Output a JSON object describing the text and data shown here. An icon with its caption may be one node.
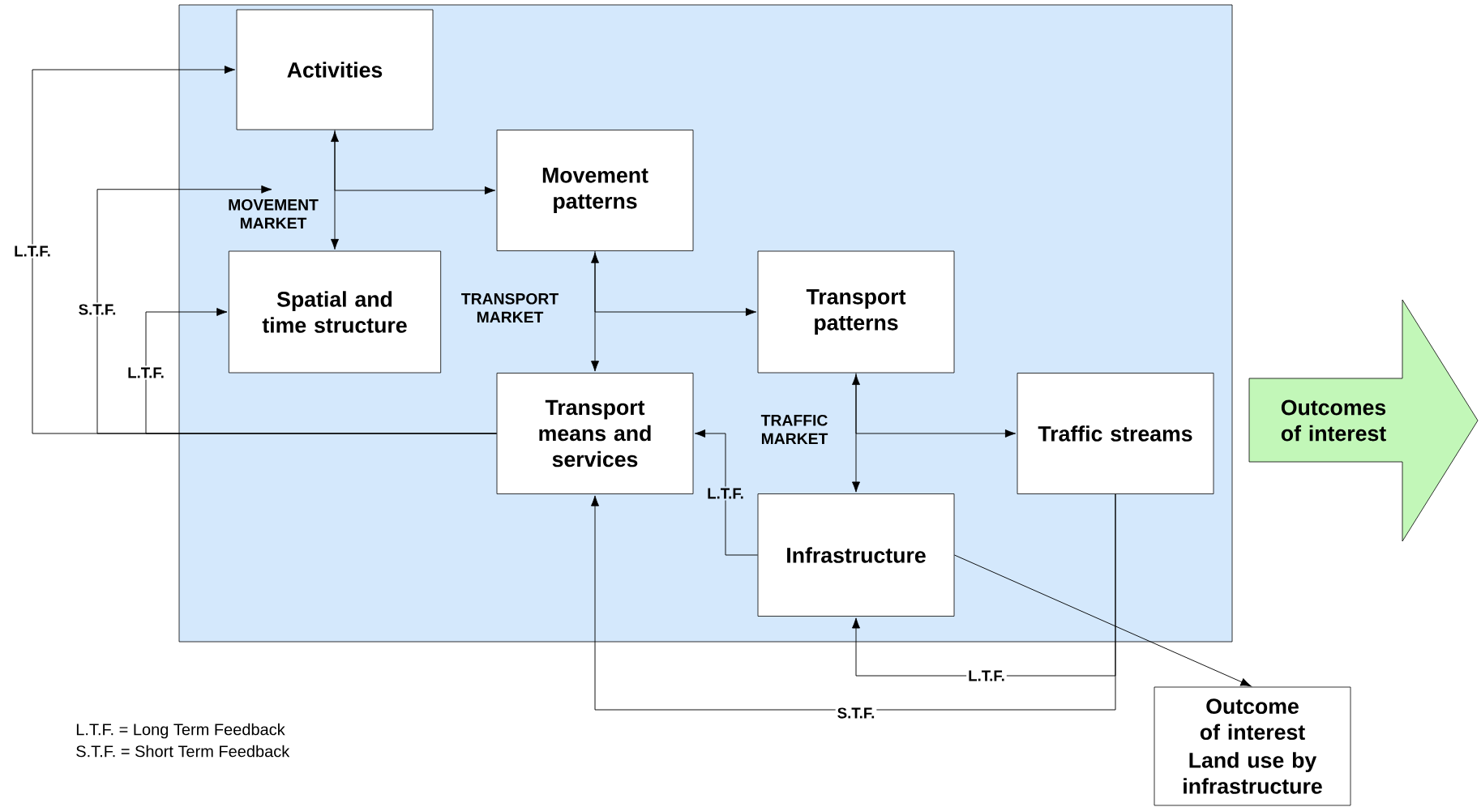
{
  "diagram": {
    "nodes": [
      {
        "text": [
          "Activities"
        ]
      },
      {
        "text": [
          "Movement patterns"
        ]
      },
      {
        "text": [
          "Spatial and time structure"
        ]
      },
      {
        "text": [
          "Transport patterns"
        ]
      },
      {
        "text": [
          "Transport means and services"
        ]
      },
      {
        "text": [
          "Traffic streams"
        ]
      },
      {
        "text": [
          "Infrastructure"
        ]
      },
      {
        "text": [
          "Outcomes of interest"
        ]
      },
      {
        "text": [
          "Outcome of interest",
          "Land use by infrastructure"
        ]
      },
      {
        "text": [
          "MOVEMENT MARKET"
        ]
      }
    ],
    "edges": [
      {
        "from": 0,
        "to": 2,
        "arrow": "both"
      },
      {
        "from": 0,
        "to": 1,
        "arrow": "to"
      },
      {
        "from": 1,
        "to": 4,
        "arrow": "both"
      },
      {
        "from": 1,
        "to": 3,
        "arrow": "to"
      },
      {
        "from": 3,
        "to": 6,
        "arrow": "both"
      },
      {
        "from": 3,
        "to": 5,
        "arrow": "to"
      },
      {
        "from": 4,
        "to": 0,
        "arrow": "to",
        "label": "L.T.F."
      },
      {
        "from": 4,
        "to": 9,
        "arrow": "to",
        "label": "S.T.F."
      },
      {
        "from": 4,
        "to": 2,
        "arrow": "to",
        "label": "L.T.F."
      },
      {
        "from": 6,
        "to": 4,
        "arrow": "to",
        "label": "L.T.F."
      },
      {
        "from": 5,
        "to": 6,
        "arrow": "to",
        "label": "L.T.F."
      },
      {
        "from": 5,
        "to": 4,
        "arrow": "to",
        "label": "S.T.F."
      },
      {
        "from": 6,
        "to": 8,
        "arrow": "to"
      }
    ],
    "labels": [
      "TRANSPORT MARKET",
      "TRAFFIC MARKET",
      "L.T.F. = Long Term Feedback",
      "S.T.F. = Short Term Feedback"
    ]
  }
}
